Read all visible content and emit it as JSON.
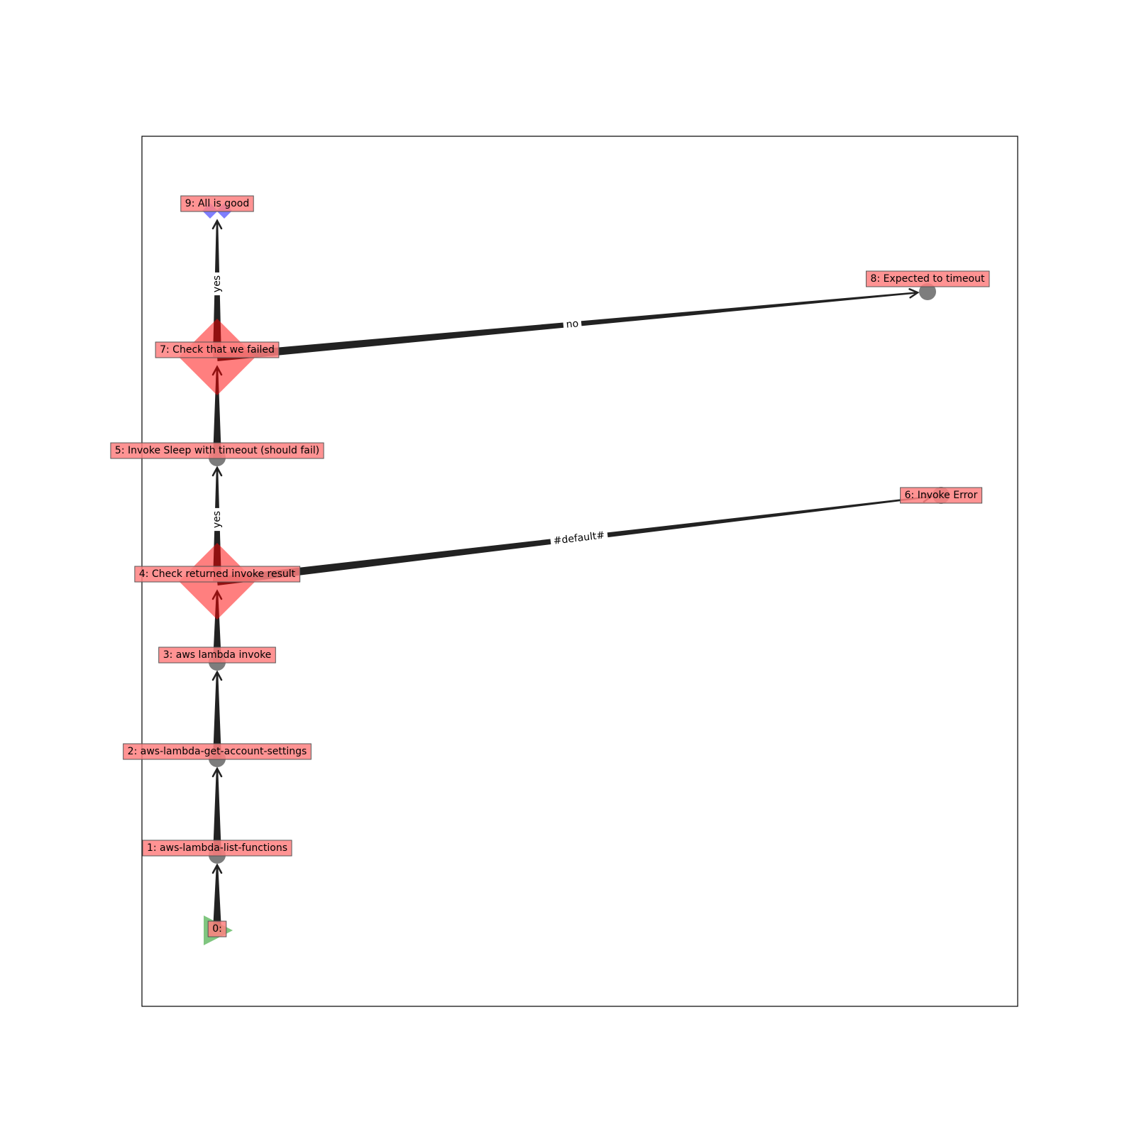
{
  "colors": {
    "start": "#2ca02c",
    "condition": "#ff0000",
    "task": "#666666",
    "end": "#0000ff",
    "label_box": "#ff8080",
    "edge": "#222222"
  },
  "nodes": [
    {
      "id": "0",
      "label": "0:",
      "shape": "triangle",
      "type": "start"
    },
    {
      "id": "1",
      "label": "1: aws-lambda-list-functions",
      "shape": "circle",
      "type": "task"
    },
    {
      "id": "2",
      "label": "2: aws-lambda-get-account-settings",
      "shape": "circle",
      "type": "task"
    },
    {
      "id": "3",
      "label": "3: aws lambda invoke",
      "shape": "circle",
      "type": "task"
    },
    {
      "id": "4",
      "label": "4: Check returned invoke result",
      "shape": "diamond",
      "type": "condition"
    },
    {
      "id": "5",
      "label": "5: Invoke Sleep with timeout (should fail)",
      "shape": "circle",
      "type": "task"
    },
    {
      "id": "6",
      "label": "6: Invoke Error",
      "shape": "circle",
      "type": "task"
    },
    {
      "id": "7",
      "label": "7: Check that we failed",
      "shape": "diamond",
      "type": "condition"
    },
    {
      "id": "8",
      "label": "8: Expected to timeout",
      "shape": "circle",
      "type": "task"
    },
    {
      "id": "9",
      "label": "9: All is good",
      "shape": "cross",
      "type": "end"
    }
  ],
  "edges": [
    {
      "from": "0",
      "to": "1",
      "label": ""
    },
    {
      "from": "1",
      "to": "2",
      "label": ""
    },
    {
      "from": "2",
      "to": "3",
      "label": ""
    },
    {
      "from": "3",
      "to": "4",
      "label": ""
    },
    {
      "from": "4",
      "to": "5",
      "label": "yes"
    },
    {
      "from": "4",
      "to": "6",
      "label": "#default#"
    },
    {
      "from": "5",
      "to": "7",
      "label": ""
    },
    {
      "from": "7",
      "to": "9",
      "label": "yes"
    },
    {
      "from": "7",
      "to": "8",
      "label": "no"
    }
  ]
}
